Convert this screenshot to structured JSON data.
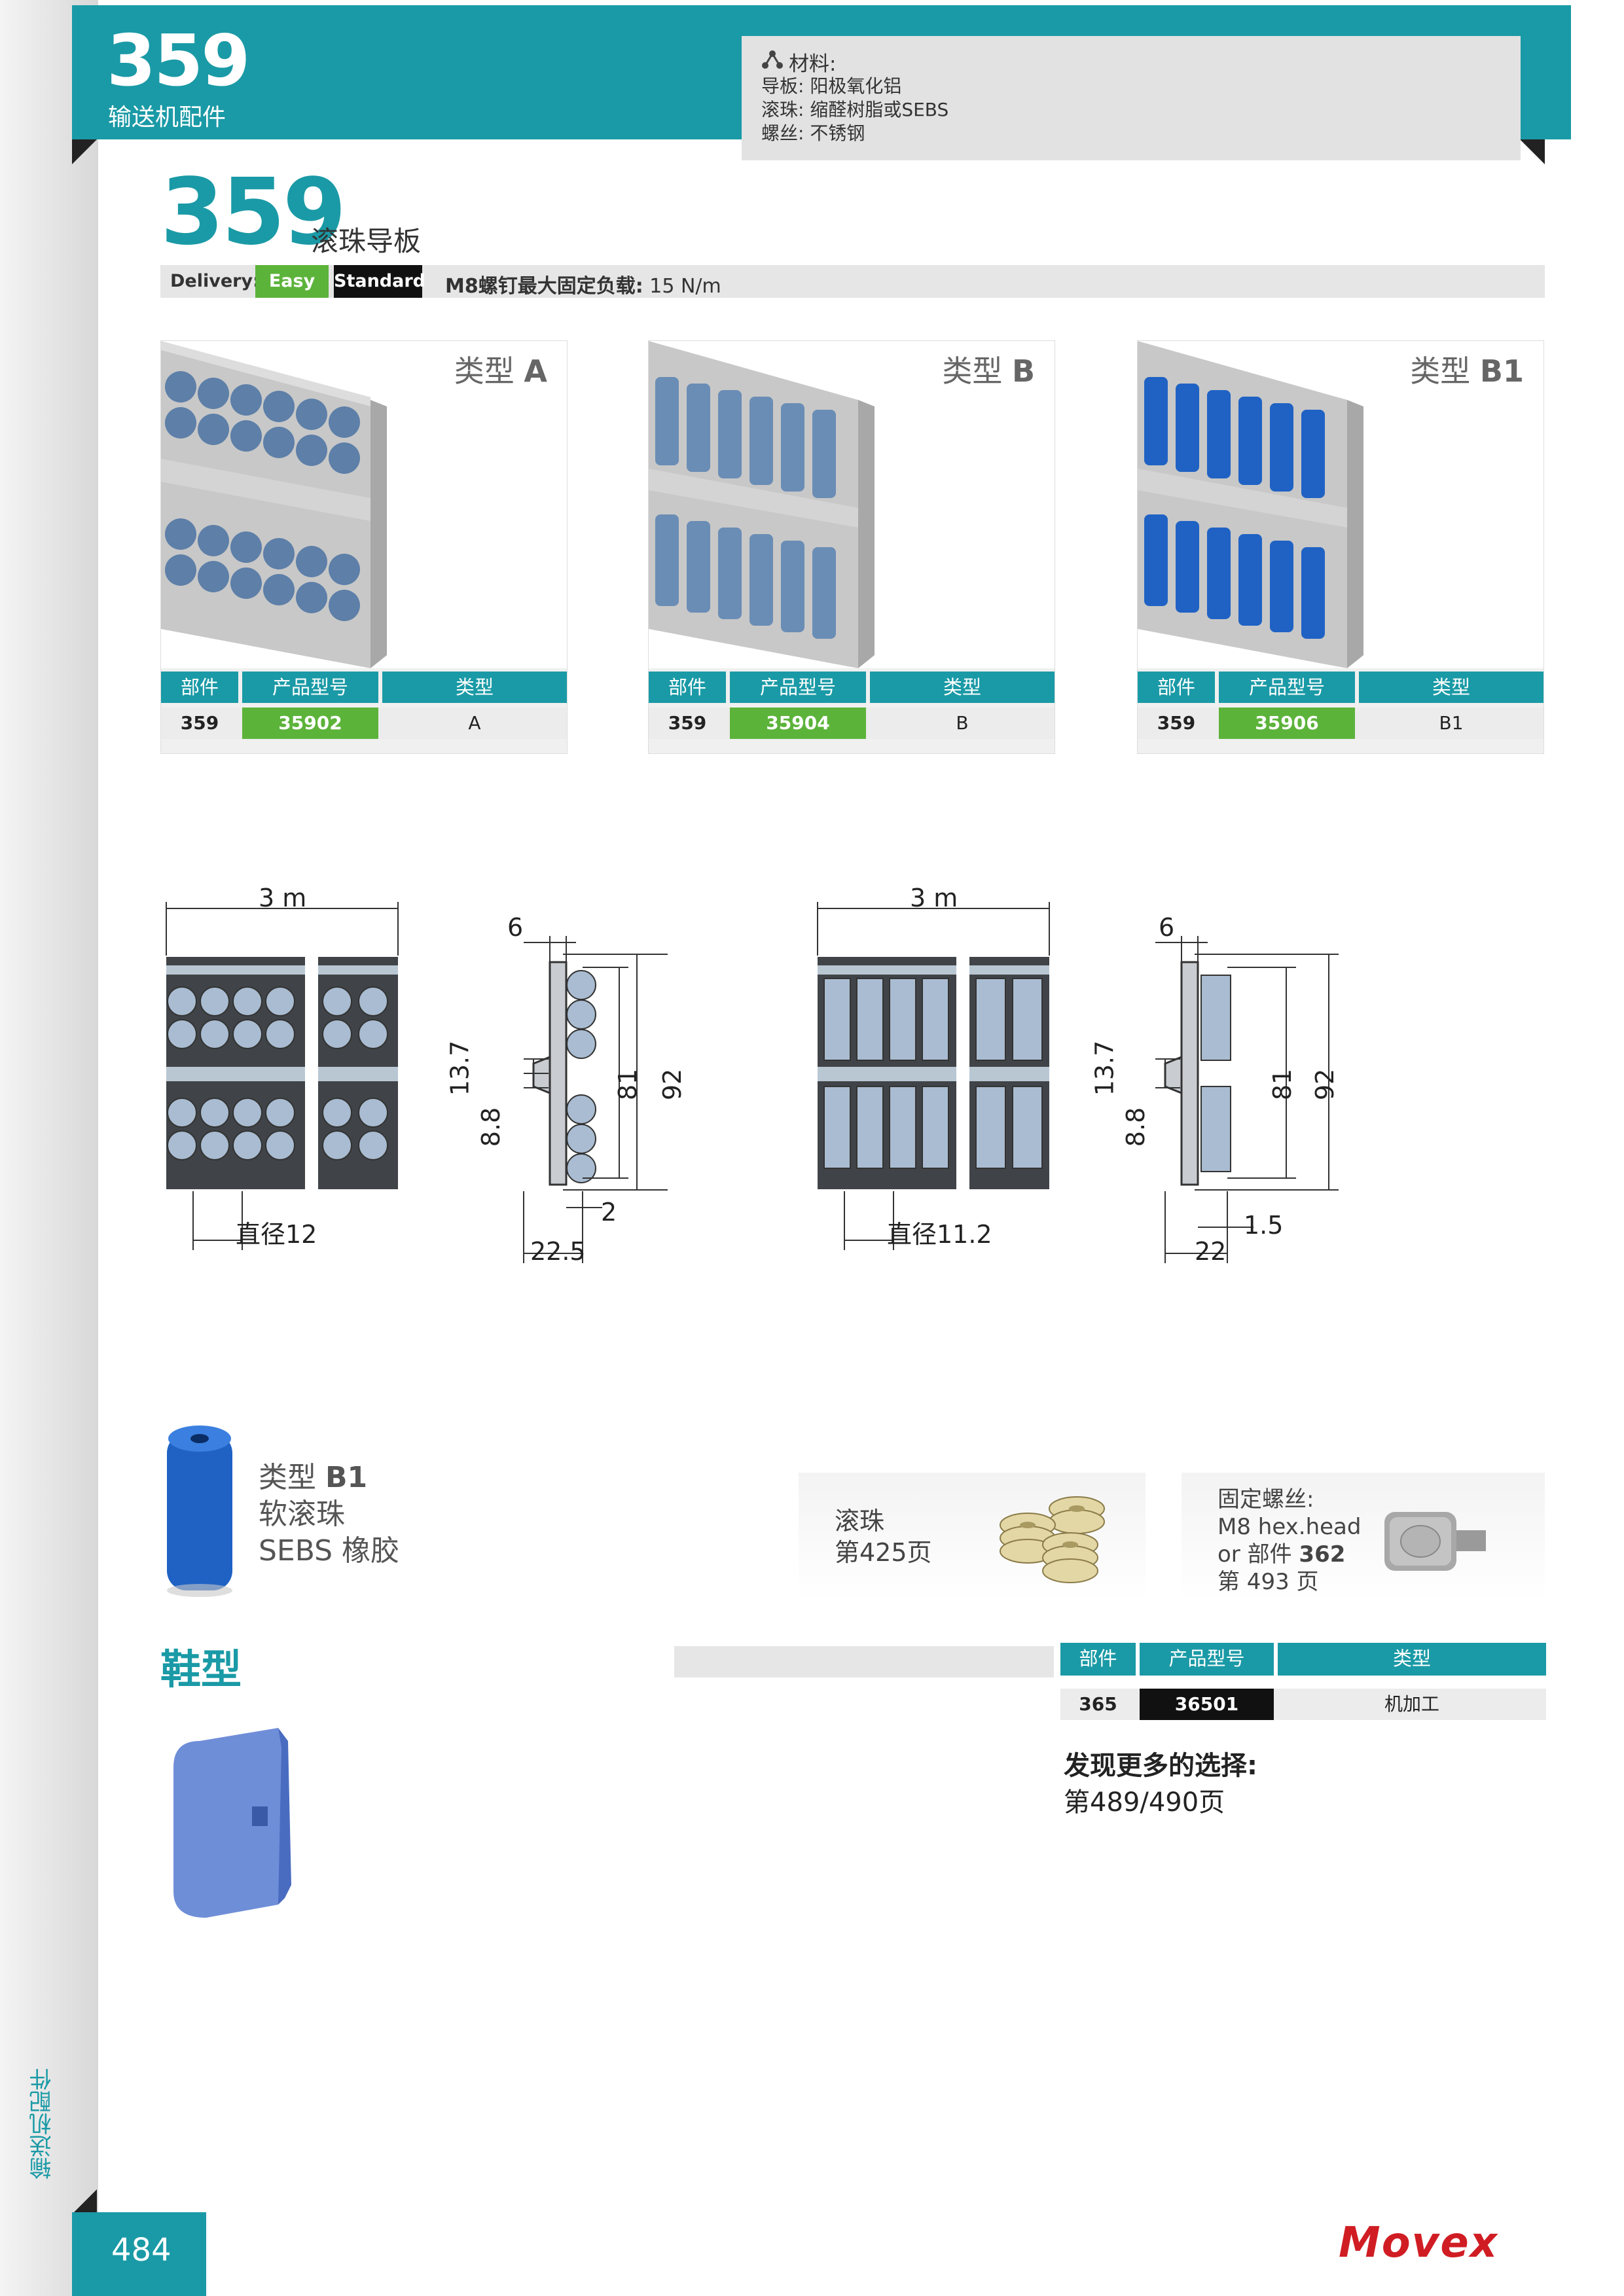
{
  "header": {
    "number": "359",
    "subtitle": "输送机配件"
  },
  "materials": {
    "title": "材料:",
    "lines": [
      "导板: 阳极氧化铝",
      "滚珠: 缩醛树脂或SEBS",
      "螺丝: 不锈钢"
    ]
  },
  "product": {
    "number": "359",
    "name": "滚珠导板"
  },
  "delivery": {
    "label": "Delivery:",
    "easy": "Easy",
    "standard": "Standard",
    "load_label": "M8螺钉最大固定负载:",
    "load_value": "15 N/m"
  },
  "table_headers": {
    "part": "部件",
    "code": "产品型号",
    "type": "类型"
  },
  "cards": [
    {
      "title": "类型",
      "title_suffix": "A",
      "part": "359",
      "code": "35902",
      "type": "A",
      "color": "#5d7fa8"
    },
    {
      "title": "类型",
      "title_suffix": "B",
      "part": "359",
      "code": "35904",
      "type": "B",
      "color": "#6a8db5"
    },
    {
      "title": "类型",
      "title_suffix": "B1",
      "part": "359",
      "code": "35906",
      "type": "B1",
      "color": "#1f62c4"
    }
  ],
  "drawings": {
    "left": {
      "length": "3 m",
      "diameter": "直径12",
      "d6": "6",
      "d137": "13.7",
      "d88": "8.8",
      "d81": "81",
      "d92": "92",
      "d2": "2",
      "d225": "22.5"
    },
    "right": {
      "length": "3 m",
      "diameter": "直径11.2",
      "d6": "6",
      "d137": "13.7",
      "d88": "8.8",
      "d81": "81",
      "d92": "92",
      "d15": "1.5",
      "d22": "22"
    }
  },
  "roller_b1": {
    "line1": "类型",
    "line1_suffix": "B1",
    "line2": "软滚珠",
    "line3": "SEBS 橡胶"
  },
  "balls_ref": {
    "line1": "滚珠",
    "line2": "第425页"
  },
  "screw_ref": {
    "line1": "固定螺丝:",
    "line2": "M8 hex.head",
    "line3_a": "or 部件",
    "line3_b": "362",
    "line4": "第 493 页"
  },
  "shoe": {
    "title": "鞋型",
    "part": "365",
    "code": "36501",
    "type": "机加工"
  },
  "more": {
    "line1": "发现更多的选择:",
    "line2": "第489/490页"
  },
  "footer": {
    "page": "484",
    "side": "输送机配件",
    "logo": "Movex"
  }
}
